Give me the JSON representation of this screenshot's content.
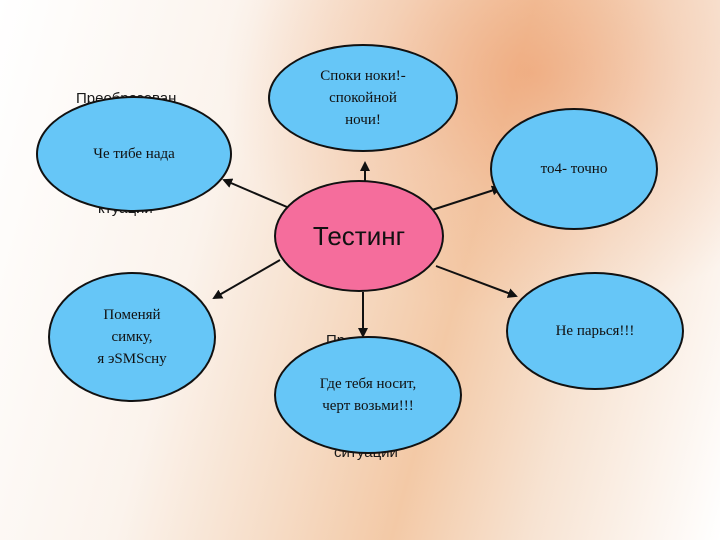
{
  "background_fragments": {
    "top_left_line1": "Преобразован",
    "top_left_line2": "ктуации",
    "bottom_line1": "Пр",
    "bottom_line2": "ситуации"
  },
  "center": {
    "label": "Тестинг",
    "color": "#f56d9c"
  },
  "nodes": [
    {
      "id": "node-spoki-noki",
      "label": "Споки ноки!-\nспокойной\nночи!"
    },
    {
      "id": "node-che-tibe-nada",
      "label": "Че тибе нада"
    },
    {
      "id": "node-to4-tochno",
      "label": "то4- точно"
    },
    {
      "id": "node-pomenyai-simku",
      "label": "Поменяй\nсимку,\nя эSMScну"
    },
    {
      "id": "node-ne-parsya",
      "label": "Не парься!!!"
    },
    {
      "id": "node-gde-tebya-nosit",
      "label": "Где тебя носит,\nчерт возьми!!!"
    }
  ],
  "colors": {
    "node_fill": "#66c6f7",
    "center_fill": "#f56d9c",
    "stroke": "#111111"
  }
}
